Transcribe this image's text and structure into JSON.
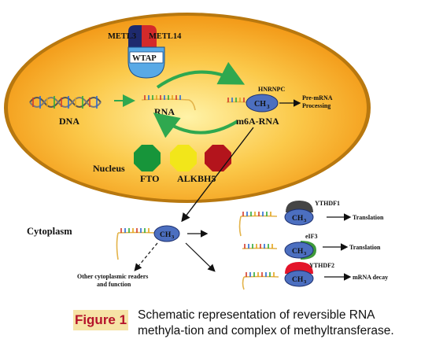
{
  "diagram": {
    "writer_complex": {
      "left": "METL3",
      "right": "METL14",
      "base": "WTAP"
    },
    "dna": "DNA",
    "rna": "RNA",
    "m6a_rna": "m6A-RNA",
    "ch3": "CH",
    "ch3_sub": "3",
    "hnrnpc": "HNRNPC",
    "pre_mrna": [
      "Pre-mRNA",
      "Processing"
    ],
    "nucleus": "Nucleus",
    "erasers": [
      "FTO",
      "ALKBH5"
    ],
    "cytoplasm": "Cytoplasm",
    "other_readers": [
      "Other cytoplasmic readers",
      "and function"
    ],
    "readers": [
      {
        "name": "YTHDF1",
        "outcome": "Translation"
      },
      {
        "name": "eIF3",
        "outcome": "Translation"
      },
      {
        "name": "YTHDF2",
        "outcome": "mRNA decay"
      }
    ],
    "colors": {
      "nucleus_fill": "#f7a21c",
      "nucleus_core": "#fde98a",
      "arrow_green": "#2fa84f",
      "ch3_blue": "#4c6fc0",
      "fto_green": "#17953a",
      "alkbh5_yellow": "#f2e61a",
      "red_octagon": "#b3141c",
      "wtap_blue": "#58a9e6",
      "metl3_navy": "#1e2a6e",
      "metl14_red": "#d42a2a"
    }
  },
  "figure": {
    "badge": "Figure 1",
    "caption": "Schematic representation of reversible RNA methyla-tion and complex of methyltransferase."
  }
}
